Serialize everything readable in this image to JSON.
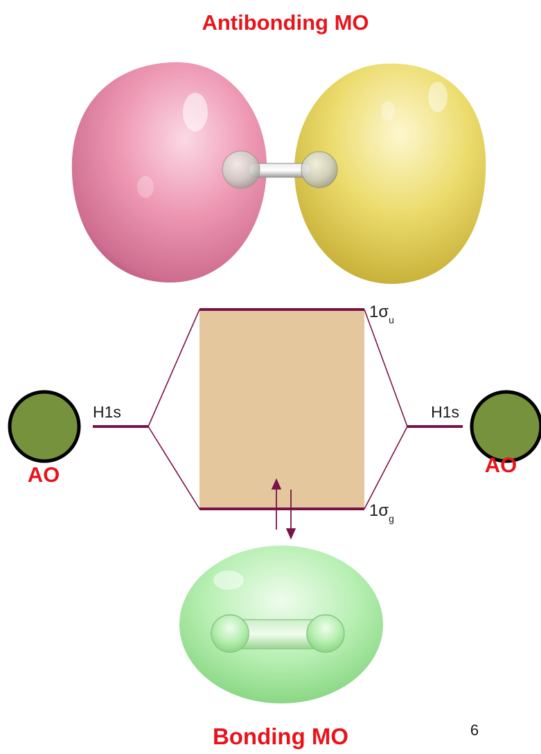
{
  "titles": {
    "antibonding": "Antibonding MO",
    "bonding": "Bonding MO"
  },
  "atomic_orbitals": {
    "left_label": "AO",
    "right_label": "AO",
    "left_level": "H1s",
    "right_level": "H1s"
  },
  "molecular_orbitals": {
    "upper": {
      "base": "1σ",
      "sub": "u"
    },
    "lower": {
      "base": "1σ",
      "sub": "g"
    }
  },
  "electrons": {
    "count": 2,
    "paired": true
  },
  "slide_number": "6",
  "colors": {
    "title": "#e8141b",
    "level_line": "#7a1248",
    "gap_fill": "#e4c79d",
    "ao_circle": "#76923c",
    "antibonding_left_lobe": "#e88aa9",
    "antibonding_right_lobe": "#e8d45a",
    "bonding_lobe": "#9fe39a"
  },
  "icons": {
    "antibonding_orbital": "antibonding-orbital-icon",
    "bonding_orbital": "bonding-orbital-icon",
    "atomic_orbital": "atomic-orbital-circle-icon"
  }
}
